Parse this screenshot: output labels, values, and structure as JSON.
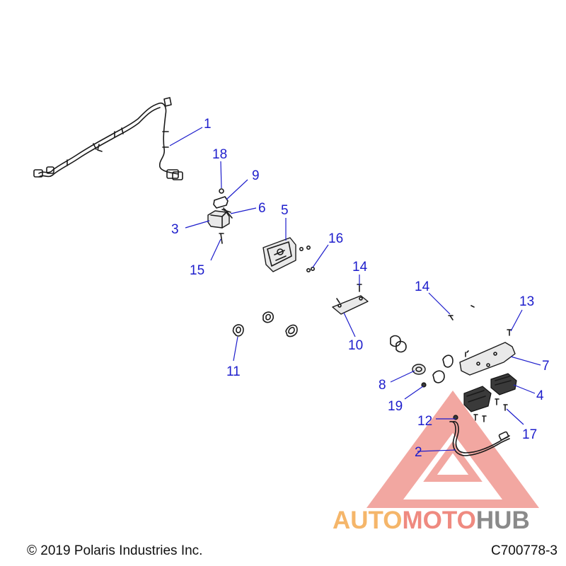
{
  "callouts": [
    {
      "id": "1",
      "label": "1"
    },
    {
      "id": "2",
      "label": "2"
    },
    {
      "id": "3",
      "label": "3"
    },
    {
      "id": "4",
      "label": "4"
    },
    {
      "id": "5",
      "label": "5"
    },
    {
      "id": "6",
      "label": "6"
    },
    {
      "id": "7",
      "label": "7"
    },
    {
      "id": "8",
      "label": "8"
    },
    {
      "id": "9",
      "label": "9"
    },
    {
      "id": "10",
      "label": "10"
    },
    {
      "id": "11",
      "label": "11"
    },
    {
      "id": "12",
      "label": "12"
    },
    {
      "id": "13",
      "label": "13"
    },
    {
      "id": "14a",
      "label": "14"
    },
    {
      "id": "14b",
      "label": "14"
    },
    {
      "id": "15",
      "label": "15"
    },
    {
      "id": "16",
      "label": "16"
    },
    {
      "id": "17",
      "label": "17"
    },
    {
      "id": "18",
      "label": "18"
    },
    {
      "id": "19",
      "label": "19"
    }
  ],
  "footer": {
    "copyright": "© 2019 Polaris Industries Inc.",
    "drawing_id": "C700778-3"
  },
  "watermark": {
    "part1": "AUTO",
    "part2": "MOTO",
    "part3": "HUB",
    "color_orange": "#f5b66a",
    "color_red": "#ef8a80",
    "color_gray": "#8a8a8a"
  },
  "colors": {
    "callout": "#1d1dcc",
    "line_art": "#1a1a1a"
  }
}
